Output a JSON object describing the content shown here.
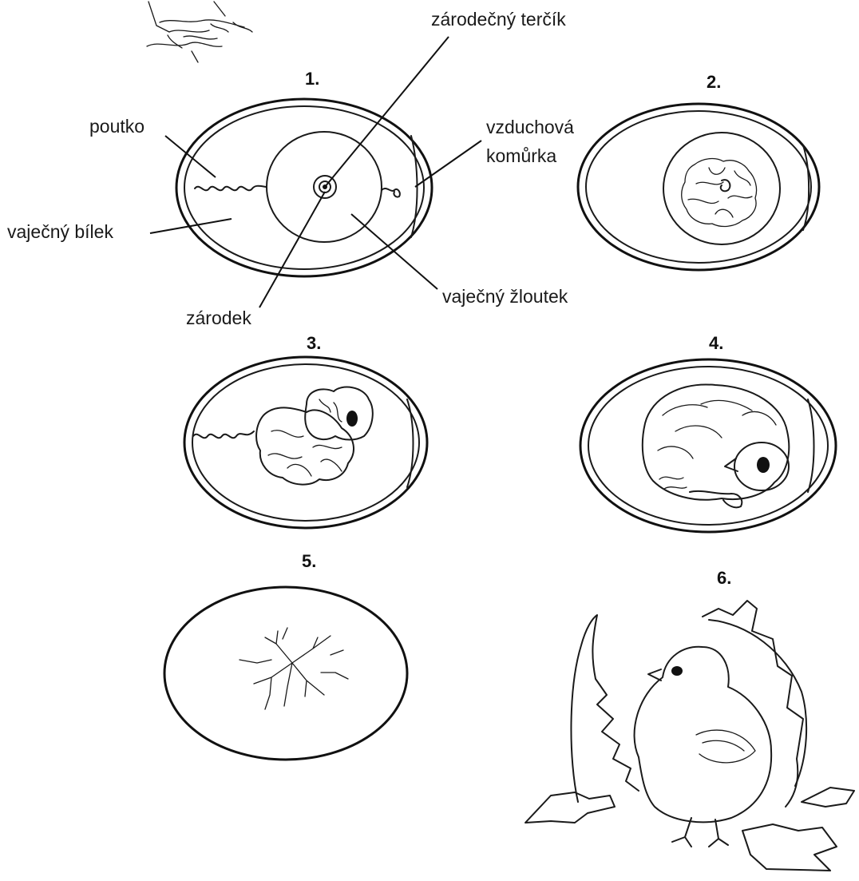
{
  "stages": [
    {
      "number": "1."
    },
    {
      "number": "2."
    },
    {
      "number": "3."
    },
    {
      "number": "4."
    },
    {
      "number": "5."
    },
    {
      "number": "6."
    }
  ],
  "labels": {
    "germinal_disc": "zárodečný terčík",
    "chalaza": "poutko",
    "air_cell_line1": "vzduchová",
    "air_cell_line2": "komůrka",
    "egg_white": "vaječný bílek",
    "yolk": "vaječný žloutek",
    "embryo": "zárodek"
  }
}
